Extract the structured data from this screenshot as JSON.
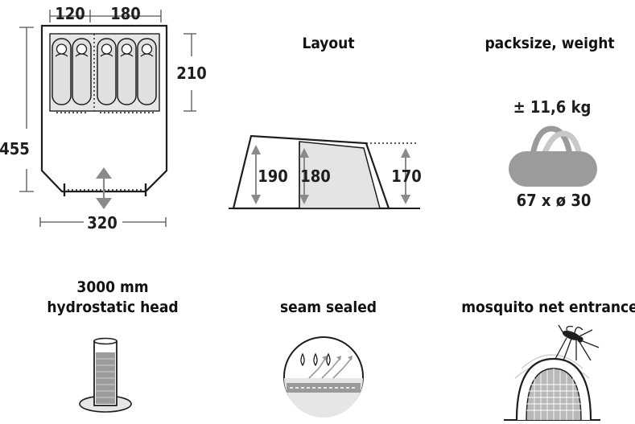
{
  "floorplan": {
    "dims": {
      "w_left": "120",
      "w_right": "180",
      "depth_cabin": "210",
      "total_length": "455",
      "total_width": "320"
    },
    "sleeping_bags": 5
  },
  "layout": {
    "title": "Layout",
    "heights": {
      "front": "190",
      "middle": "180",
      "rear": "170"
    }
  },
  "pack": {
    "title": "packsize, weight",
    "weight": "± 11,6 kg",
    "size": "67 x ø 30"
  },
  "hydro": {
    "title_line1": "3000 mm",
    "title_line2": "hydrostatic head"
  },
  "seam": {
    "title": "seam sealed"
  },
  "mosquito": {
    "title": "mosquito net entrance"
  },
  "colors": {
    "line": "#1e1e1e",
    "fill_light": "#e6e6e6",
    "fill_mid": "#bdbdbd",
    "arrow": "#8a8a8a"
  }
}
